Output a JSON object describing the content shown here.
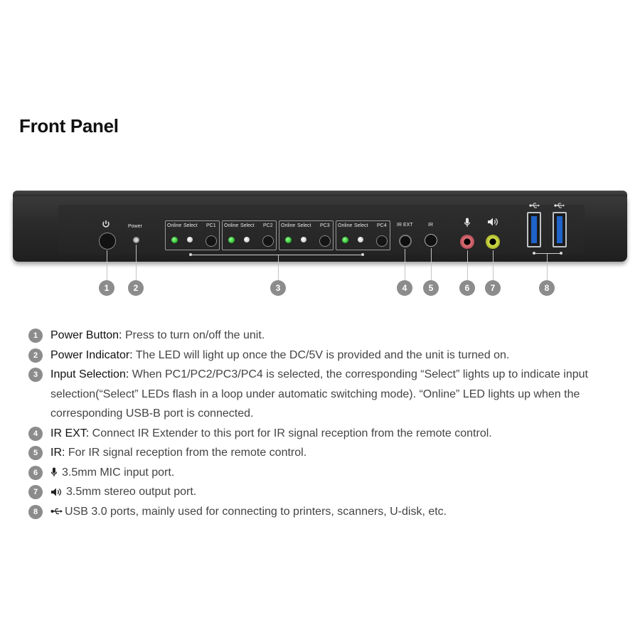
{
  "title": "Front Panel",
  "panel_labels": {
    "power": "Power",
    "online": "Online",
    "select": "Select",
    "pcs": [
      "PC1",
      "PC2",
      "PC3",
      "PC4"
    ],
    "ir_ext": "IR EXT",
    "ir": "IR"
  },
  "icons": {
    "power_button": "power-icon",
    "mic": "microphone-icon",
    "speaker": "speaker-icon",
    "usb": "usb-icon"
  },
  "colors": {
    "callout": "#8c8c8c",
    "led_green": "#2fbf2f",
    "usb_blue": "#1f63c9",
    "mic_jack": "#e0707a",
    "audio_jack": "#c9d93b"
  },
  "callouts": [
    "1",
    "2",
    "3",
    "4",
    "5",
    "6",
    "7",
    "8"
  ],
  "items": [
    {
      "num": "1",
      "term": "Power Button:",
      "text": " Press to turn on/off the unit."
    },
    {
      "num": "2",
      "term": "Power Indicator:",
      "text": " The LED will light up once the DC/5V is provided and the unit is turned on."
    },
    {
      "num": "3",
      "term": "Input Selection:",
      "text": " When PC1/PC2/PC3/PC4 is selected, the corresponding “Select” lights up to indicate input selection(“Select” LEDs flash in a loop under automatic switching mode). “Online” LED lights up when the corresponding USB-B port is connected."
    },
    {
      "num": "4",
      "term": "IR EXT:",
      "text": " Connect IR Extender to this port for IR signal reception from the remote control."
    },
    {
      "num": "5",
      "term": "IR:",
      "text": " For IR signal reception from the remote control."
    },
    {
      "num": "6",
      "term": "",
      "text": "3.5mm MIC input port."
    },
    {
      "num": "7",
      "term": "",
      "text": "3.5mm stereo output port."
    },
    {
      "num": "8",
      "term": "",
      "text": "USB 3.0 ports, mainly used for connecting to printers, scanners, U-disk, etc."
    }
  ]
}
